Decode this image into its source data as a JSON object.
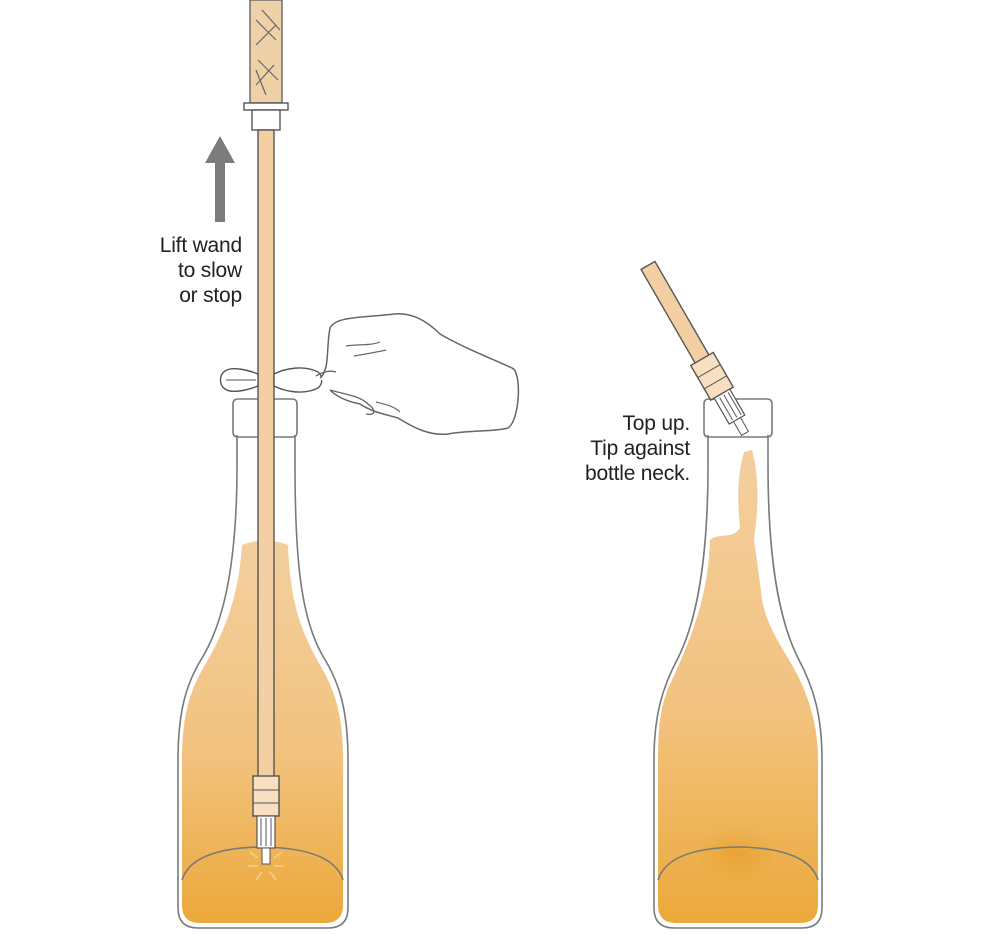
{
  "left_caption": {
    "lines": [
      "Lift wand",
      "to slow",
      "or stop"
    ]
  },
  "right_caption": {
    "lines": [
      "Top up.",
      "Tip against",
      "bottle neck."
    ]
  },
  "colors": {
    "liquid_light": "#f3cf9e",
    "liquid_dark": "#eca93a",
    "wand": "#f4cfa3",
    "outline": "#555555",
    "arrow": "#7c7c7c",
    "glass": "#7a7a7a"
  }
}
